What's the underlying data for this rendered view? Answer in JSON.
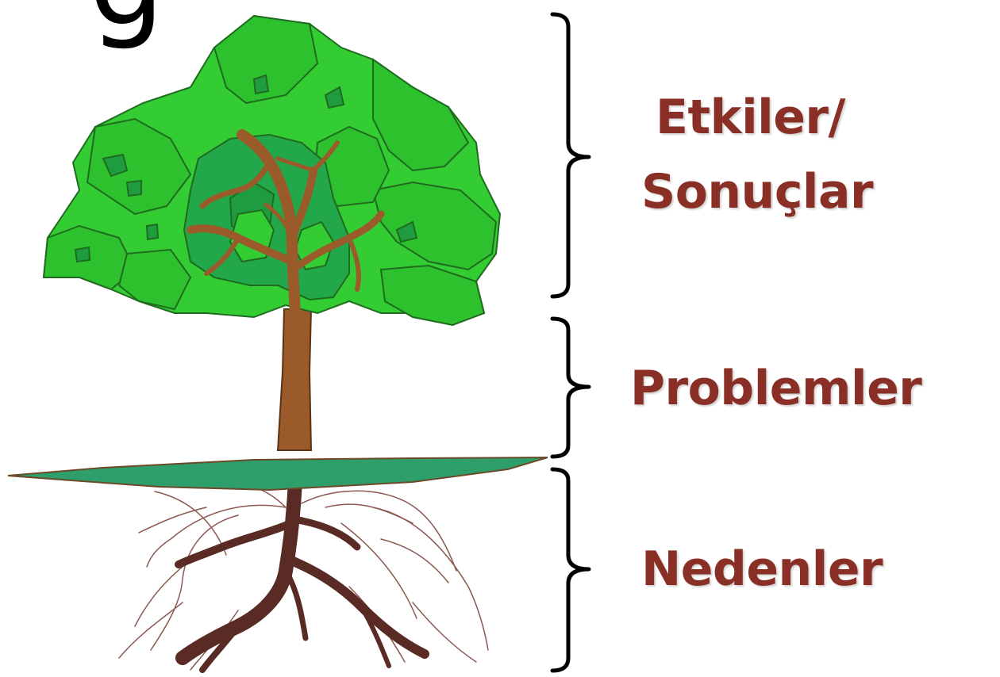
{
  "header_fragment": "g",
  "sections": {
    "effects": {
      "line1": "Etkiler/",
      "line2": "Sonuçlar"
    },
    "problems": {
      "label": "Problemler"
    },
    "causes": {
      "label": "Nedenler"
    }
  },
  "colors": {
    "label": "#8a2f26",
    "foliage_light": "#33cc33",
    "foliage_dark": "#22a84a",
    "trunk": "#9a5a2a",
    "ground": "#2e9e6a",
    "roots": "#5a2a24",
    "bracket": "#000000"
  }
}
